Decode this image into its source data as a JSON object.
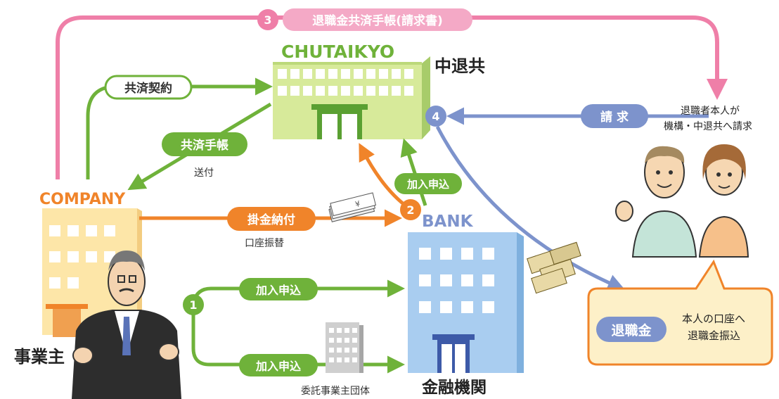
{
  "colors": {
    "green": "#6fb23a",
    "green_light": "#d7ea9a",
    "orange": "#f0842a",
    "blue": "#7d93cc",
    "pink": "#ef7fa8",
    "cream": "#fdf0c8",
    "bank_blue": "#a9cdf0"
  },
  "nodes": {
    "chutaikyo": {
      "en": "CHUTAIKYO",
      "ja": "中退共"
    },
    "company": {
      "en": "COMPANY",
      "ja": "事業主"
    },
    "bank": {
      "en": "BANK",
      "ja": "金融機関"
    },
    "trust_org": {
      "ja": "委託事業主団体"
    },
    "employee": {
      "note_line1": "退職者本人が",
      "note_line2": "機構・中退共へ請求"
    }
  },
  "steps": {
    "s1": "1",
    "s2": "2",
    "s3": "3",
    "s4": "4"
  },
  "labels": {
    "kyosai_keiyaku": "共済契約",
    "kyosai_techo": "共済手帳",
    "sofu": "送付",
    "kakekin_nofu": "掛金納付",
    "koza_furikae": "口座振替",
    "kanyu_bank_top": "加入申込",
    "kanyu_1a": "加入申込",
    "kanyu_1b": "加入申込",
    "seikyu": "請 求",
    "techo_seikyu": "退職金共済手帳(請求書)",
    "taishokukin": "退職金",
    "payout_line1": "本人の口座へ",
    "payout_line2": "退職金振込"
  },
  "icons": {
    "building": "office-building-icon",
    "money": "money-bundle-icon",
    "cheque": "cheque-icon"
  }
}
